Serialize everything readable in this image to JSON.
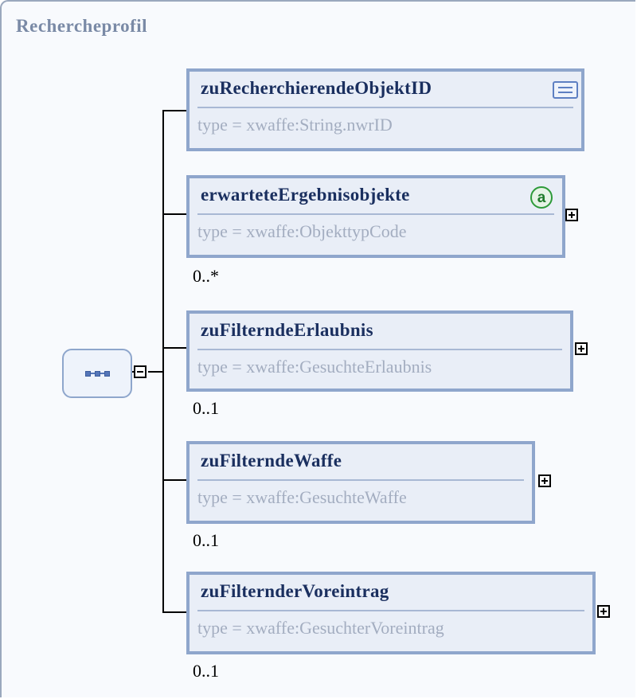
{
  "title": "Rechercheprofil",
  "elements": [
    {
      "name": "zuRecherchierendeObjektID",
      "type": "type = xwaffe:String.nwrID",
      "cardinality": "",
      "icon": "documentation-icon",
      "expandable": false
    },
    {
      "name": "erwarteteErgebnisobjekte",
      "type": "type = xwaffe:ObjekttypCode",
      "cardinality": "0..*",
      "icon": "attribute-icon",
      "icon_label": "a",
      "expandable": true
    },
    {
      "name": "zuFilterndeErlaubnis",
      "type": "type = xwaffe:GesuchteErlaubnis",
      "cardinality": "0..1",
      "expandable": true
    },
    {
      "name": "zuFilterndeWaffe",
      "type": "type = xwaffe:GesuchteWaffe",
      "cardinality": "0..1",
      "expandable": true
    },
    {
      "name": "zuFilternderVoreintrag",
      "type": "type = xwaffe:GesuchterVoreintrag",
      "cardinality": "0..1",
      "expandable": true
    }
  ],
  "colors": {
    "border": "#8fa6cc",
    "fill": "#e9eef7",
    "name": "#1a2f5f",
    "type": "#a3adc0",
    "title": "#7a8aa6"
  }
}
